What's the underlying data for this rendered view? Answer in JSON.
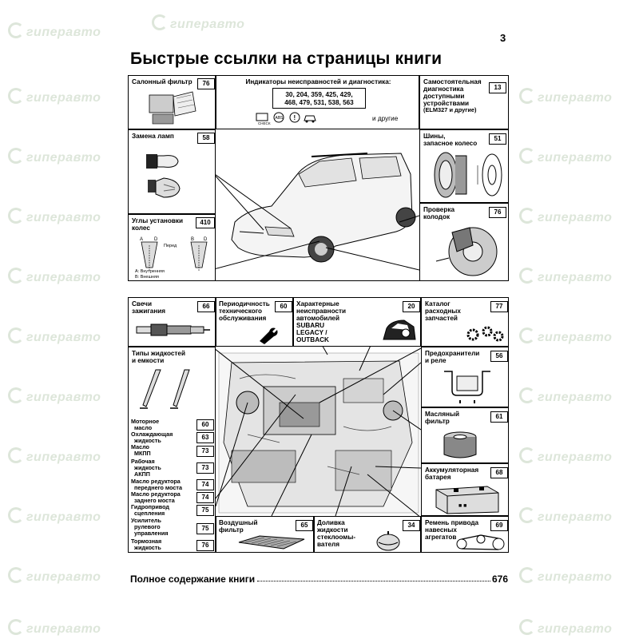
{
  "page_number": "3",
  "title": "Быстрые ссылки на страницы книги",
  "watermark": "гиперавто",
  "top_section": {
    "cabin_filter": {
      "label": "Салонный фильтр",
      "page": "76"
    },
    "indicators": {
      "label": "Индикаторы неисправностей и диагностика:",
      "pages_line1": "30, 204, 359, 425, 429,",
      "pages_line2": "468, 479, 531, 538, 563",
      "others": "и другие"
    },
    "self_diag": {
      "line1": "Самостоятельная",
      "line2": "диагностика",
      "line3": "доступными",
      "line4": "устройствами",
      "line5": "(ELM327 и другие)",
      "page": "13"
    },
    "lamps": {
      "label": "Замена ламп",
      "page": "58"
    },
    "tires": {
      "line1": "Шины,",
      "line2": "запасное колесо",
      "page": "51"
    },
    "wheel_angles": {
      "line1": "Углы установки",
      "line2": "колес",
      "page": "410"
    },
    "angle_legend_front": "Перед",
    "angle_legend_a": "A: Внутренняя",
    "angle_legend_b": "B: Внешняя",
    "pads": {
      "line1": "Проверка",
      "line2": "колодок",
      "page": "76"
    }
  },
  "bottom_section": {
    "spark": {
      "line1": "Свечи",
      "line2": "зажигания",
      "page": "66"
    },
    "service": {
      "line1": "Периодичность",
      "line2": "технического",
      "line3": "обслуживания",
      "page": "60"
    },
    "faults": {
      "line1": "Характерные",
      "line2": "неисправности",
      "line3": "автомобилей",
      "line4": "SUBARU",
      "line5": "LEGACY /",
      "line6": "OUTBACK",
      "page": "20"
    },
    "catalog": {
      "line1": "Каталог",
      "line2": "расходных",
      "line3": "запчастей",
      "page": "77"
    },
    "fluids_title": {
      "line1": "Типы жидкостей",
      "line2": "и емкости"
    },
    "fluids": [
      {
        "line1": "Моторное",
        "line2": "масло",
        "page": "60"
      },
      {
        "line1": "Охлаждающая",
        "line2": "жидкость",
        "page": "63"
      },
      {
        "line1": "Масло",
        "line2": "МКПП",
        "page": "73"
      },
      {
        "line1": "Рабочая",
        "line2": "жидкость",
        "line3": "АКПП",
        "page": "73"
      },
      {
        "line1": "Масло редуктора",
        "line2": "переднего моста",
        "page": "74"
      },
      {
        "line1": "Масло редуктора",
        "line2": "заднего моста",
        "page": "74"
      },
      {
        "line1": "Гидропривод",
        "line2": "сцепления",
        "page": "75"
      },
      {
        "line1": "Усилитель",
        "line2": "рулевого",
        "line3": "управления",
        "page": "75"
      },
      {
        "line1": "Тормозная",
        "line2": "жидкость",
        "page": "76"
      }
    ],
    "fuses": {
      "line1": "Предохранители",
      "line2": "и реле",
      "page": "56"
    },
    "oil_filter": {
      "line1": "Масляный",
      "line2": "фильтр",
      "page": "61"
    },
    "battery": {
      "line1": "Аккумуляторная",
      "line2": "батарея",
      "page": "68"
    },
    "belt": {
      "line1": "Ремень привода",
      "line2": "навесных",
      "line3": "агрегатов",
      "page": "69"
    },
    "air_filter": {
      "line1": "Воздушный",
      "line2": "фильтр",
      "page": "65"
    },
    "washer": {
      "line1": "Доливка",
      "line2": "жидкости",
      "line3": "стеклоомы-",
      "line4": "вателя",
      "page": "34"
    }
  },
  "toc": {
    "label": "Полное содержание книги",
    "page": "676"
  }
}
